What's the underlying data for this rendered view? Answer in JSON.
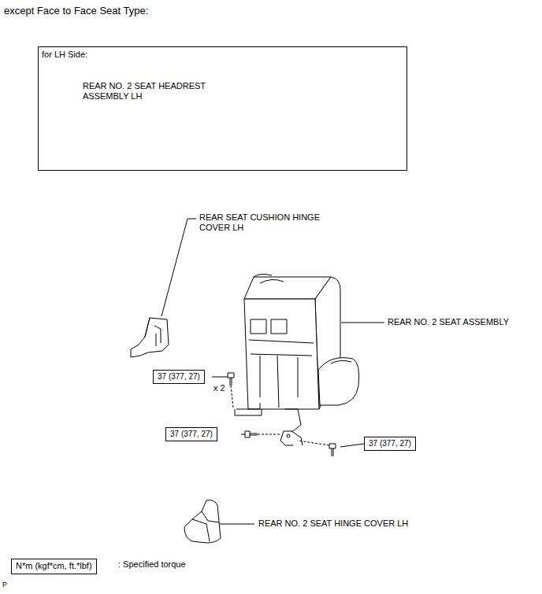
{
  "diagram": {
    "title": "except Face to Face Seat Type:",
    "nodes": [
      {
        "text": [
          "for LH Side:",
          "REAR NO. 2 SEAT HEADREST ASSEMBLY LH"
        ]
      },
      {
        "text": [
          "37 (377, 27)"
        ]
      },
      {
        "text": [
          "37 (377, 27)"
        ]
      },
      {
        "text": [
          "37 (377, 27)"
        ]
      },
      {
        "text": [
          "N*m (kgf*cm, ft.*lbf)"
        ]
      }
    ],
    "edges": [],
    "labels": [
      "REAR SEAT CUSHION HINGE COVER LH",
      "REAR NO. 2 SEAT ASSEMBLY",
      "x 2",
      "REAR NO. 2 SEAT HINGE COVER LH",
      ": Specified torque",
      "P"
    ]
  }
}
